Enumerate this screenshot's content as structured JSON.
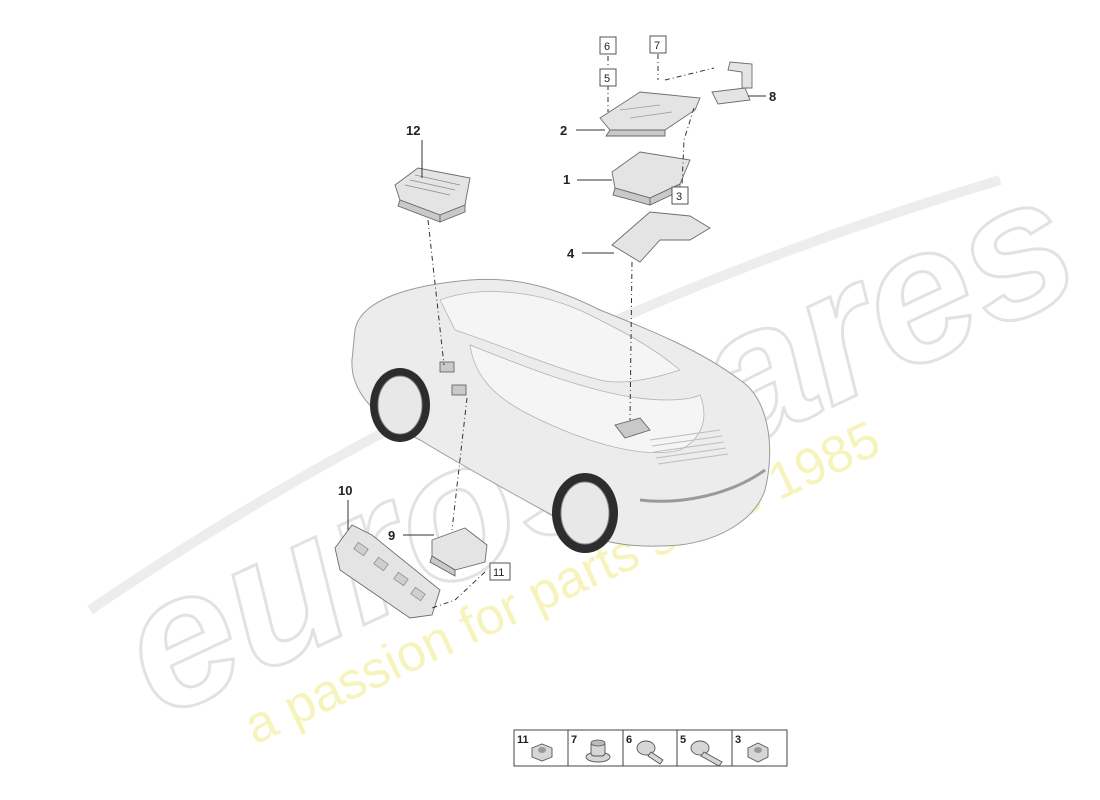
{
  "watermark": {
    "logo_text": "eurospares",
    "tagline": "a passion for parts since 1985"
  },
  "callouts": [
    {
      "id": "1",
      "label": "1"
    },
    {
      "id": "2",
      "label": "2"
    },
    {
      "id": "4",
      "label": "4"
    },
    {
      "id": "8",
      "label": "8"
    },
    {
      "id": "9",
      "label": "9"
    },
    {
      "id": "10",
      "label": "10"
    },
    {
      "id": "12",
      "label": "12"
    }
  ],
  "boxed_refs": [
    {
      "id": "3",
      "label": "3"
    },
    {
      "id": "5",
      "label": "5"
    },
    {
      "id": "6",
      "label": "6"
    },
    {
      "id": "7",
      "label": "7"
    },
    {
      "id": "11",
      "label": "11"
    }
  ],
  "hardware_legend": [
    {
      "number": "11",
      "icon": "nut-icon"
    },
    {
      "number": "7",
      "icon": "grommet-icon"
    },
    {
      "number": "6",
      "icon": "screw-icon"
    },
    {
      "number": "5",
      "icon": "bolt-icon"
    },
    {
      "number": "3",
      "icon": "hex-nut-icon"
    }
  ]
}
